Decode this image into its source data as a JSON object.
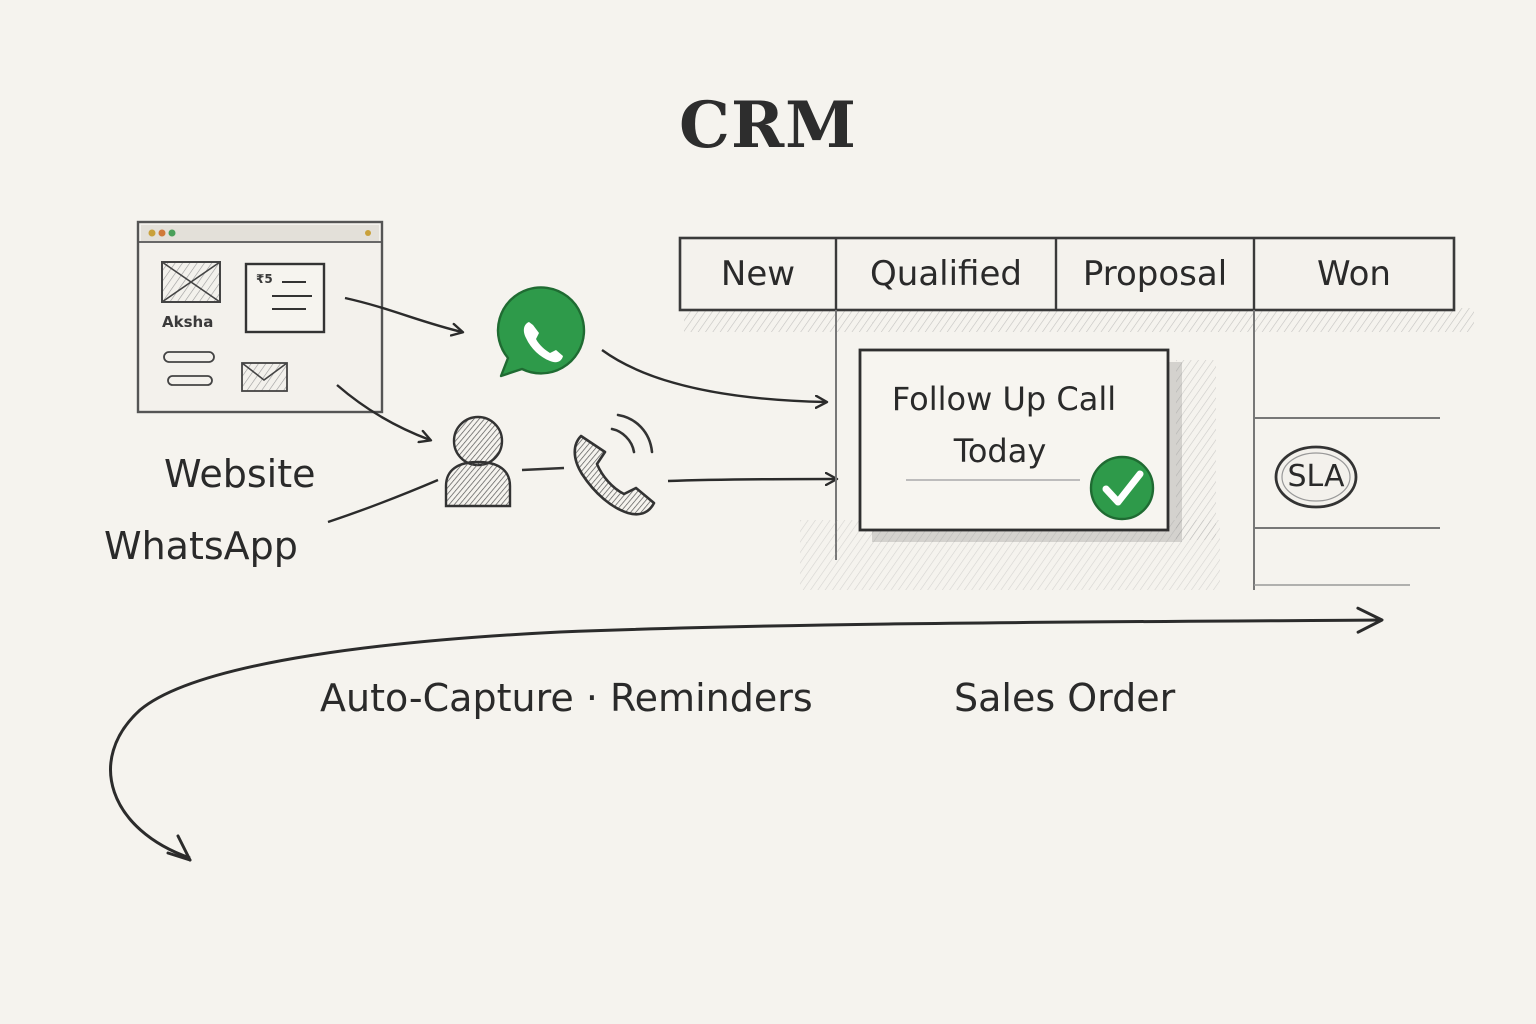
{
  "title": "CRM",
  "sources": {
    "website_label": "Website",
    "whatsapp_label": "WhatsApp",
    "form_name": "Aksha",
    "form_box_text": "₹5"
  },
  "pipeline": {
    "stages": [
      "New",
      "Qualified",
      "Proposal",
      "Won"
    ]
  },
  "task_card": {
    "line1": "Follow Up Call",
    "line2": "Today"
  },
  "sla_badge": "SLA",
  "footer": {
    "features": "Auto-Capture · Reminders",
    "outcome": "Sales Order"
  },
  "colors": {
    "background": "#f5f3ee",
    "ink": "#2b2b2b",
    "accent_green": "#2e9a4a"
  },
  "icons": [
    "browser-window-icon",
    "whatsapp-icon",
    "person-icon",
    "phone-icon",
    "check-circle-icon"
  ]
}
